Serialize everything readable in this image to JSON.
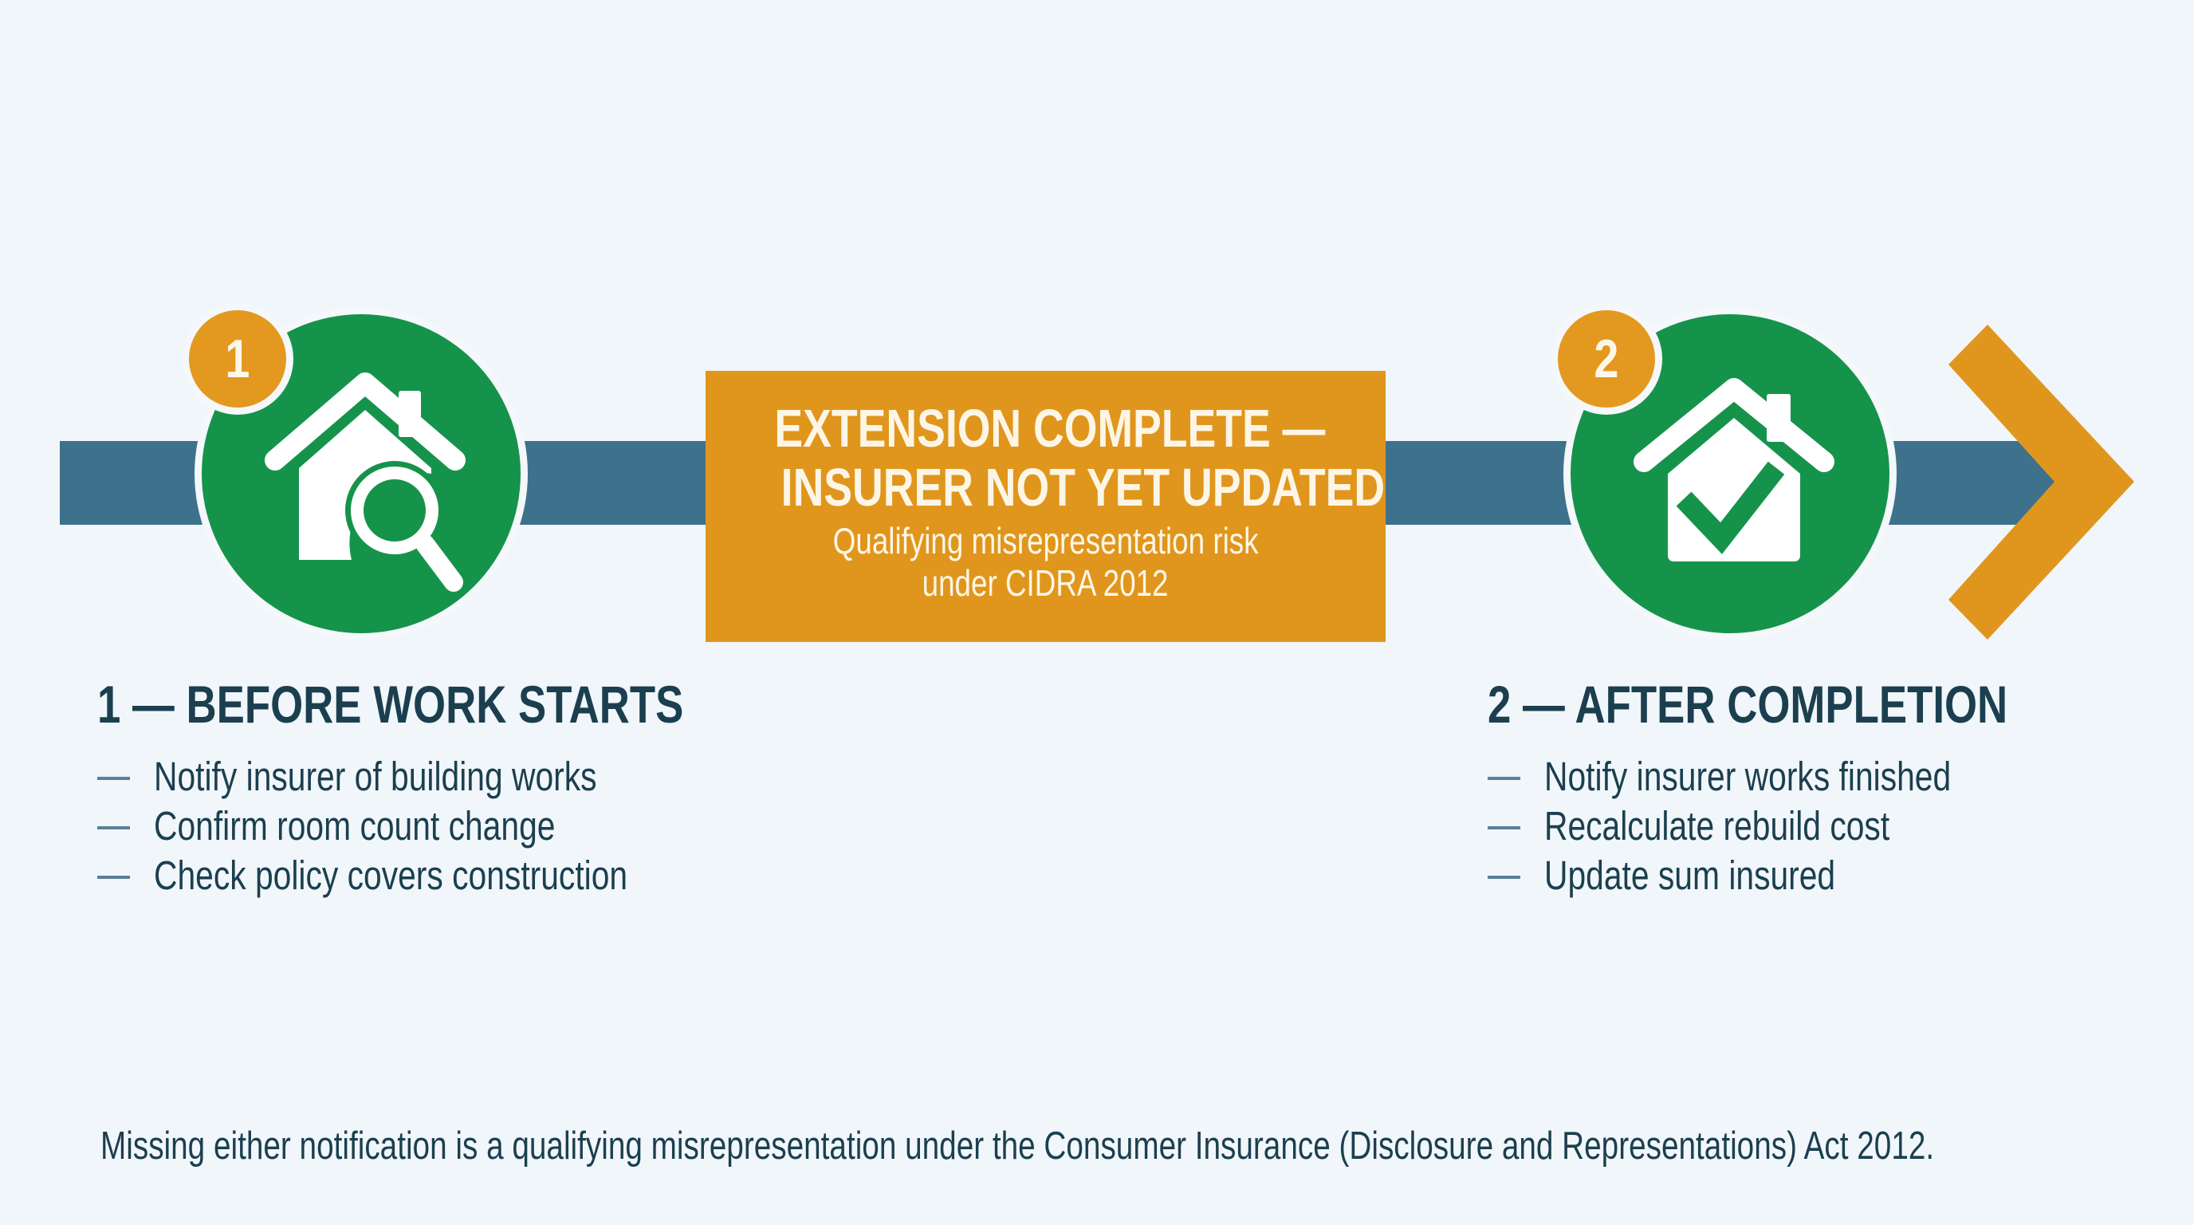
{
  "colors": {
    "background": "#f1f6fa",
    "timeline_bar": "#3e718c",
    "step_circle": "#16934b",
    "accent_orange": "#e0961d",
    "text_dark": "#1b3f4f",
    "dash": "#5a7f97"
  },
  "timeline": {
    "steps": [
      {
        "badge": "1",
        "icon": "house-search-icon"
      },
      {
        "badge": "2",
        "icon": "house-check-icon"
      }
    ],
    "end_icon": "chevron-right-icon"
  },
  "center_box": {
    "title_line1": "EXTENSION COMPLETE —",
    "title_line2": "INSURER NOT YET UPDATED",
    "subtitle_line1": "Qualifying misrepresentation risk",
    "subtitle_line2": "under CIDRA 2012"
  },
  "sections": [
    {
      "title": "1 — BEFORE WORK STARTS",
      "items": [
        "Notify insurer of building works",
        "Confirm room count change",
        "Check policy covers construction"
      ]
    },
    {
      "title": "2 — AFTER COMPLETION",
      "items": [
        "Notify insurer works finished",
        "Recalculate rebuild cost",
        "Update sum insured"
      ]
    }
  ],
  "footer": {
    "text": "Missing either notification is a qualifying misrepresentation under the Consumer Insurance (Disclosure and Representations) Act 2012."
  }
}
